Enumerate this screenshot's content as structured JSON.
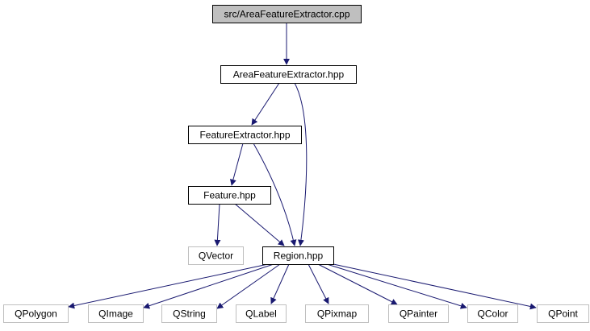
{
  "diagram": {
    "nodes": [
      {
        "id": "src",
        "label": "src/AreaFeatureExtractor.cpp",
        "style": "root"
      },
      {
        "id": "afe",
        "label": "AreaFeatureExtractor.hpp",
        "style": "normal"
      },
      {
        "id": "fe",
        "label": "FeatureExtractor.hpp",
        "style": "normal"
      },
      {
        "id": "feat",
        "label": "Feature.hpp",
        "style": "normal"
      },
      {
        "id": "qvector",
        "label": "QVector",
        "style": "external"
      },
      {
        "id": "region",
        "label": "Region.hpp",
        "style": "normal"
      },
      {
        "id": "qpolygon",
        "label": "QPolygon",
        "style": "external"
      },
      {
        "id": "qimage",
        "label": "QImage",
        "style": "external"
      },
      {
        "id": "qstring",
        "label": "QString",
        "style": "external"
      },
      {
        "id": "qlabel",
        "label": "QLabel",
        "style": "external"
      },
      {
        "id": "qpixmap",
        "label": "QPixmap",
        "style": "external"
      },
      {
        "id": "qpainter",
        "label": "QPainter",
        "style": "external"
      },
      {
        "id": "qcolor",
        "label": "QColor",
        "style": "external"
      },
      {
        "id": "qpoint",
        "label": "QPoint",
        "style": "external"
      }
    ],
    "edges": [
      {
        "from": "src",
        "to": "afe"
      },
      {
        "from": "afe",
        "to": "fe"
      },
      {
        "from": "afe",
        "to": "region"
      },
      {
        "from": "fe",
        "to": "feat"
      },
      {
        "from": "fe",
        "to": "region"
      },
      {
        "from": "feat",
        "to": "qvector"
      },
      {
        "from": "feat",
        "to": "region"
      },
      {
        "from": "region",
        "to": "qpolygon"
      },
      {
        "from": "region",
        "to": "qimage"
      },
      {
        "from": "region",
        "to": "qstring"
      },
      {
        "from": "region",
        "to": "qlabel"
      },
      {
        "from": "region",
        "to": "qpixmap"
      },
      {
        "from": "region",
        "to": "qpainter"
      },
      {
        "from": "region",
        "to": "qcolor"
      },
      {
        "from": "region",
        "to": "qpoint"
      }
    ],
    "colors": {
      "edge": "#191970",
      "root_fill": "#bfbfbf",
      "normal_border": "#000000",
      "external_border": "#bfbfbf",
      "text": "#000000"
    }
  }
}
